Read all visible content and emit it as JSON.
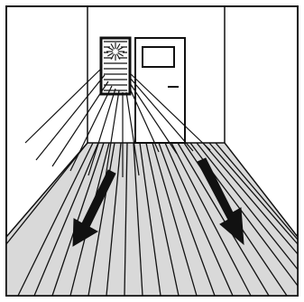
{
  "diagram": {
    "scene": "room-corridor-light-spread",
    "elements": [
      "room-outline",
      "floor-plane",
      "glass-panel-light-source",
      "door",
      "light-rays",
      "left-floor-arrow",
      "right-floor-arrow"
    ]
  },
  "colors": {
    "stroke": "#111111",
    "floor_fill": "#d9d9d9",
    "background": "#ffffff"
  },
  "arrows": {
    "left": "down-left",
    "right": "down-right"
  }
}
